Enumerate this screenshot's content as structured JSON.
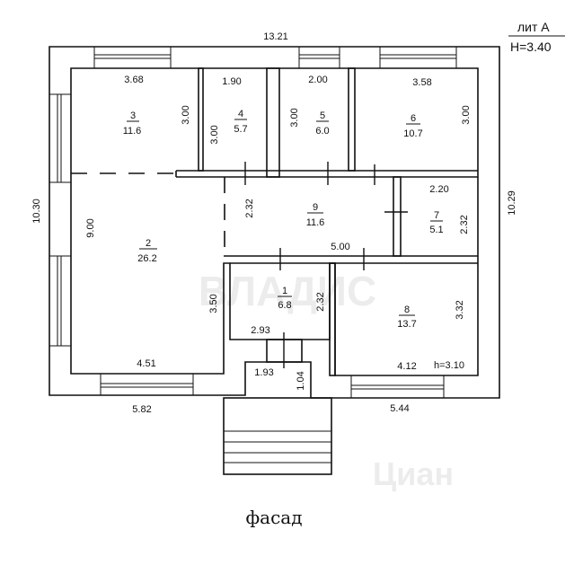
{
  "header": {
    "letter": "лит А",
    "height": "H=3.40"
  },
  "overall_dimensions": {
    "top": "13.21",
    "left": "10.30",
    "right": "10.29",
    "bottom_left": "5.82",
    "bottom_right": "5.44"
  },
  "rooms": [
    {
      "number": "1",
      "area": "6.8",
      "dims": [
        "2.32",
        "2.93"
      ]
    },
    {
      "number": "2",
      "area": "26.2",
      "dims": [
        "9.00",
        "3.50",
        "4.51"
      ]
    },
    {
      "number": "3",
      "area": "11.6",
      "dims": [
        "3.68",
        "3.00"
      ]
    },
    {
      "number": "4",
      "area": "5.7",
      "dims": [
        "1.90",
        "3.00"
      ]
    },
    {
      "number": "5",
      "area": "6.0",
      "dims": [
        "2.00",
        "3.00"
      ]
    },
    {
      "number": "6",
      "area": "10.7",
      "dims": [
        "3.58",
        "3.00"
      ]
    },
    {
      "number": "7",
      "area": "5.1",
      "dims": [
        "2.20",
        "2.32"
      ]
    },
    {
      "number": "8",
      "area": "13.7",
      "dims": [
        "3.32",
        "4.12"
      ],
      "note": "h=3.10"
    },
    {
      "number": "9",
      "area": "11.6",
      "dims": [
        "2.32",
        "5.00"
      ]
    }
  ],
  "entrance": {
    "width": "1.93",
    "depth": "1.04"
  },
  "caption": "фасад",
  "watermarks": [
    "ВЛАДИС",
    "Циан"
  ]
}
